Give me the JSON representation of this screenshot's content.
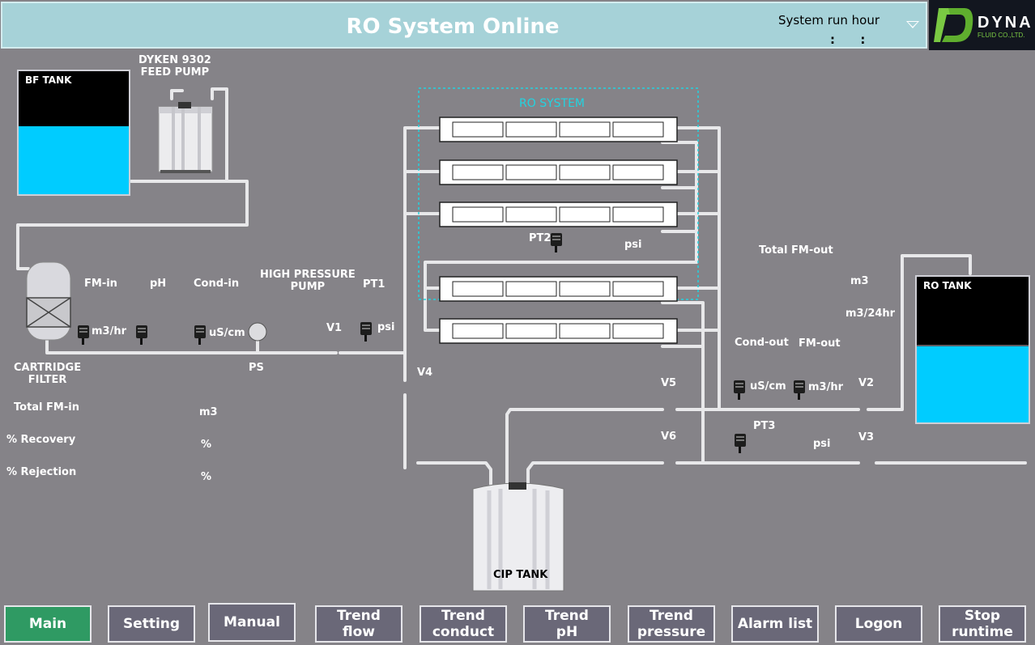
{
  "header": {
    "title": "RO System Online",
    "run_hour_label": "System run hour",
    "run_hour_value": ":      :",
    "logo_text_top": "DYNA",
    "logo_text_bottom": "FLUID CO.,LTD."
  },
  "tanks": {
    "bf": {
      "label": "BF TANK",
      "level": 0.55
    },
    "ro": {
      "label": "RO TANK",
      "level": 0.52
    },
    "cip": {
      "label": "CIP TANK"
    }
  },
  "labels": {
    "feed_pump": "DYKEN 9302\nFEED PUMP",
    "cartridge": "CARTRIDGE\nFILTER",
    "fm_in": "FM-in",
    "ph": "pH",
    "cond_in": "Cond-in",
    "hp_pump": "HIGH PRESSURE\nPUMP",
    "pt1": "PT1",
    "pt2": "PT2",
    "pt3": "PT3",
    "ps": "PS",
    "v1": "V1",
    "v2": "V2",
    "v3": "V3",
    "v4": "V4",
    "v5": "V5",
    "v6": "V6",
    "ro_system": "RO SYSTEM",
    "total_fm_out": "Total FM-out",
    "cond_out": "Cond-out",
    "fm_out": "FM-out",
    "total_fm_in": "Total FM-in",
    "recovery": "% Recovery",
    "rejection": "% Rejection"
  },
  "units": {
    "fm_in": "m3/hr",
    "cond_in": "uS/cm",
    "pt1": "psi",
    "pt2": "psi",
    "pt3": "psi",
    "total_fm_out_m3": "m3",
    "fm_out_daily": "m3/24hr",
    "cond_out": "uS/cm",
    "fm_out": "m3/hr",
    "total_fm_in": "m3",
    "recovery": "%",
    "rejection": "%"
  },
  "buttons": [
    {
      "label": "Main",
      "active": true
    },
    {
      "label": "Setting"
    },
    {
      "label": "Manual"
    },
    {
      "label": "Trend\nflow"
    },
    {
      "label": "Trend\nconduct"
    },
    {
      "label": "Trend\npH"
    },
    {
      "label": "Trend\npressure"
    },
    {
      "label": "Alarm list"
    },
    {
      "label": "Logon"
    },
    {
      "label": "Stop\nruntime"
    }
  ],
  "colors": {
    "background": "#858388",
    "header": "#a6d2d8",
    "water": "#00ccff",
    "ro_box": "#22d3e0",
    "active_button": "#2f9a63",
    "logo_green": "#7ac943"
  }
}
